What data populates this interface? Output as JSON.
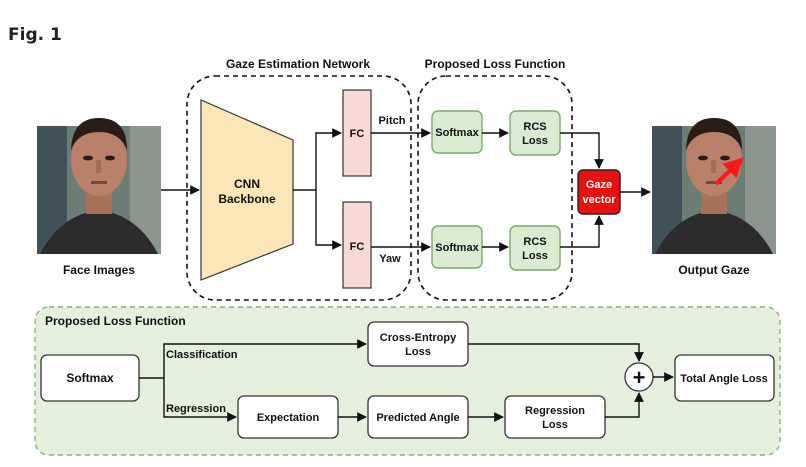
{
  "figure_label": "Fig. 1",
  "top": {
    "section_gaze_network": "Gaze Estimation Network",
    "section_loss_function": "Proposed Loss Function",
    "input_caption": "Face Images",
    "output_caption": "Output Gaze",
    "cnn_line1": "CNN",
    "cnn_line2": "Backbone",
    "fc_pitch": "FC",
    "fc_yaw": "FC",
    "pitch_label": "Pitch",
    "yaw_label": "Yaw",
    "softmax_top": "Softmax",
    "softmax_bottom": "Softmax",
    "rcs_top_line1": "RCS",
    "rcs_top_line2": "Loss",
    "rcs_bottom_line1": "RCS",
    "rcs_bottom_line2": "Loss",
    "gaze_line1": "Gaze",
    "gaze_line2": "vector"
  },
  "bottom": {
    "panel_title": "Proposed Loss Function",
    "softmax": "Softmax",
    "classification": "Classification",
    "regression": "Regression",
    "ce_line1": "Cross-Entropy",
    "ce_line2": "Loss",
    "expectation": "Expectation",
    "predicted_angle": "Predicted Angle",
    "reg_loss_line1": "Regression",
    "reg_loss_line2": "Loss",
    "sum_symbol": "+",
    "total_angle_loss": "Total Angle Loss"
  },
  "colors": {
    "cnn_fill": "#fbe6b8",
    "fc_fill": "#f8d9d6",
    "loss_fill": "#d9ecd2",
    "loss_stroke": "#7fa86f",
    "gaze_fill": "#e8110f",
    "panel_fill": "#e4f0dd",
    "panel_stroke": "#86b478",
    "arrow": "#111111",
    "gaze_arrow": "#ff1a1a"
  }
}
